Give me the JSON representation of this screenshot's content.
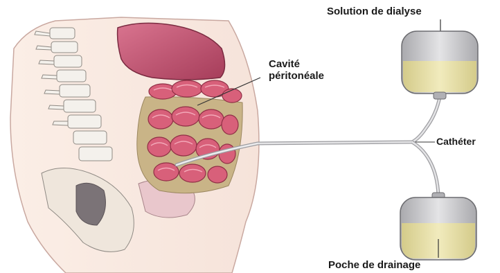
{
  "labels": {
    "dialysis_solution": "Solution de dialyse",
    "peritoneal_cavity_line1": "Cavité",
    "peritoneal_cavity_line2": "péritonéale",
    "catheter": "Cathéter",
    "drainage_bag": "Poche de drainage"
  },
  "colors": {
    "skin": "#fbeee6",
    "skin_outline": "#c9a8a0",
    "liver": "#c2506e",
    "intestine": "#d8607a",
    "cavity_fluid": "#c9b487",
    "bag_fluid": "#eae2a8",
    "bag_shell": "#c9c9cc",
    "tube": "#d6d6d8"
  }
}
